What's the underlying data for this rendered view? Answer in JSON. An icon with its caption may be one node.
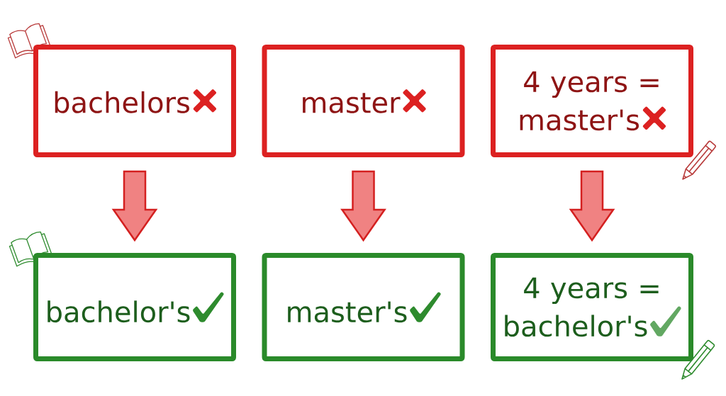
{
  "diagram": {
    "nodes": [
      {
        "text": [
          "bachelors"
        ]
      },
      {
        "text": [
          "master"
        ]
      },
      {
        "text": [
          "4 years = master's"
        ]
      },
      {
        "text": [
          "bachelor's"
        ]
      },
      {
        "text": [
          "master's"
        ]
      },
      {
        "text": [
          "4 years = bachelor's"
        ]
      }
    ],
    "edges": [
      {
        "from": 0,
        "to": 3,
        "arrow": "to"
      },
      {
        "from": 1,
        "to": 4,
        "arrow": "to"
      },
      {
        "from": 2,
        "to": 5,
        "arrow": "to"
      }
    ]
  }
}
